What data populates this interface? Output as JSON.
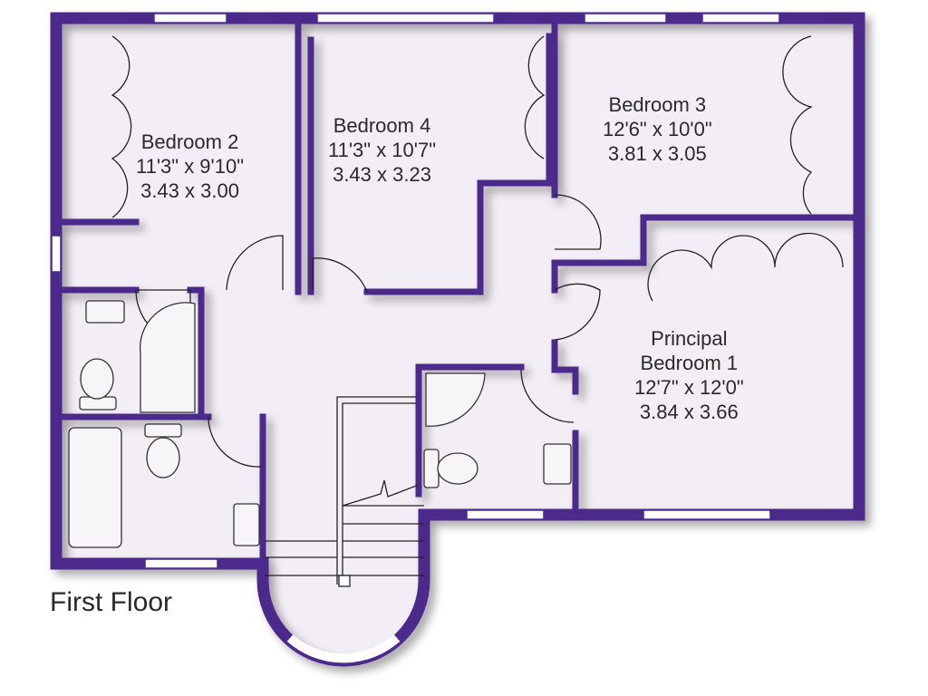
{
  "plan": {
    "title": "First Floor",
    "colors": {
      "wall": "#4b2a8c",
      "floor": "#f3eef5",
      "window": "#ffffff"
    },
    "rooms": [
      {
        "name": "Bedroom 2",
        "imperial": "11'3\" x 9'10\"",
        "metric": "3.43  x  3.00"
      },
      {
        "name": "Bedroom 4",
        "imperial": "11'3\" x 10'7\"",
        "metric": "3.43  x  3.23"
      },
      {
        "name": "Bedroom 3",
        "imperial": "12'6\" x 10'0\"",
        "metric": "3.81  x  3.05"
      },
      {
        "name_line1": "Principal",
        "name": "Bedroom 1",
        "imperial": "12'7\" x 12'0\"",
        "metric": "3.84  x  3.66"
      }
    ]
  }
}
